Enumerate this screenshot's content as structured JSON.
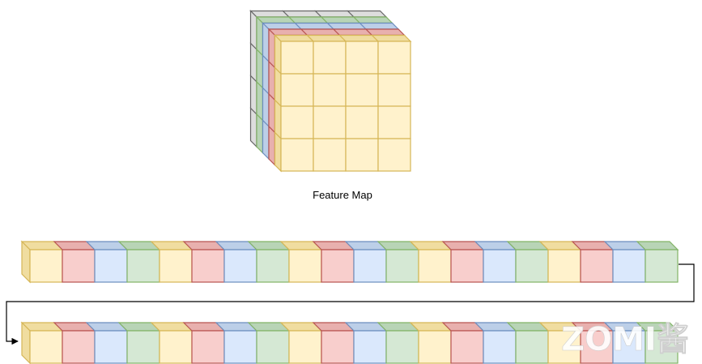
{
  "caption": "Feature Map",
  "watermark": "ZOMI酱",
  "palette": {
    "yellow": {
      "face": "#fff2cc",
      "side": "#f0dda0",
      "stroke": "#d6b656"
    },
    "red": {
      "face": "#f8cecc",
      "side": "#e8b0ae",
      "stroke": "#b85450"
    },
    "blue": {
      "face": "#dae8fc",
      "side": "#bccfe8",
      "stroke": "#6c8ebf"
    },
    "green": {
      "face": "#d5e8d4",
      "side": "#b8d4b6",
      "stroke": "#82b366"
    },
    "gray": {
      "face": "#f5f5f5",
      "side": "#dddddd",
      "stroke": "#666666"
    }
  },
  "feature_map": {
    "channel_order_back_to_front": [
      "gray",
      "green",
      "blue",
      "red",
      "yellow"
    ],
    "grid": 4
  },
  "flattened_sequence": {
    "pattern": [
      "yellow",
      "red",
      "blue",
      "green"
    ],
    "rows": 2,
    "cells_per_row": 20
  }
}
